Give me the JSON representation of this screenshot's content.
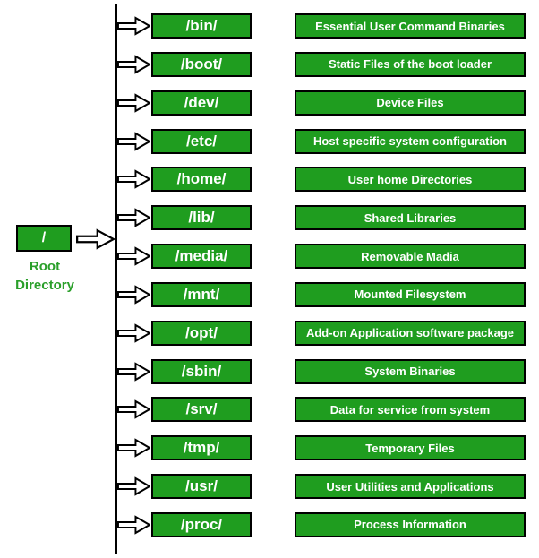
{
  "diagram": {
    "title_semantic": "Linux root filesystem hierarchy",
    "root": {
      "box_label": "/",
      "caption_line1": "Root",
      "caption_line2": "Directory"
    },
    "rows": [
      {
        "dir": "/bin/",
        "desc": "Essential User Command Binaries"
      },
      {
        "dir": "/boot/",
        "desc": "Static Files of the boot loader"
      },
      {
        "dir": "/dev/",
        "desc": "Device Files"
      },
      {
        "dir": "/etc/",
        "desc": "Host specific system configuration"
      },
      {
        "dir": "/home/",
        "desc": "User home Directories"
      },
      {
        "dir": "/lib/",
        "desc": "Shared Libraries"
      },
      {
        "dir": "/media/",
        "desc": "Removable Madia"
      },
      {
        "dir": "/mnt/",
        "desc": "Mounted Filesystem"
      },
      {
        "dir": "/opt/",
        "desc": "Add-on Application software package"
      },
      {
        "dir": "/sbin/",
        "desc": "System Binaries"
      },
      {
        "dir": "/srv/",
        "desc": "Data for service from system"
      },
      {
        "dir": "/tmp/",
        "desc": "Temporary Files"
      },
      {
        "dir": "/usr/",
        "desc": "User Utilities and Applications"
      },
      {
        "dir": "/proc/",
        "desc": "Process Information"
      }
    ],
    "colors": {
      "box_green": "#1f9d1f",
      "caption_green": "#2a9f2a",
      "line_black": "#000000",
      "box_text_white": "#ffffff"
    },
    "icons": {
      "arrow": "right-arrow"
    }
  }
}
